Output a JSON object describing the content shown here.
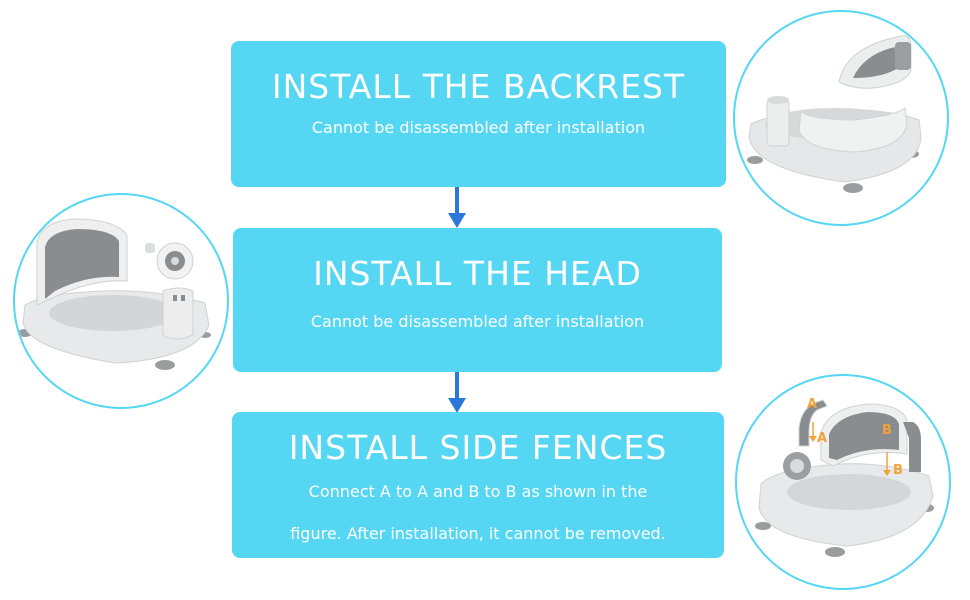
{
  "steps": [
    {
      "title": "INSTALL THE BACKREST",
      "description": "Cannot be disassembled after installation"
    },
    {
      "title": "INSTALL THE HEAD",
      "description": "Cannot be disassembled after installation"
    },
    {
      "title": "INSTALL SIDE FENCES",
      "description_lines": [
        "Connect A to A and B to B as shown in the",
        "figure. After installation, it cannot be removed."
      ]
    }
  ],
  "labels": {
    "a": "A",
    "b": "B"
  },
  "colors": {
    "accent": "#55d6f3",
    "arrow": "#2b78d8",
    "label": "#f2a23a",
    "seat": "#e9eaeb",
    "backrest": "#8a8d90"
  }
}
